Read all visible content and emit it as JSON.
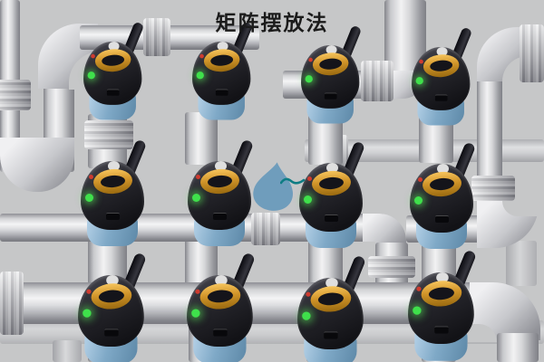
{
  "header": {
    "title": "矩阵摆放法"
  },
  "scene": {
    "background_color": "#c6c7c8",
    "leak_icon": {
      "name": "water-drop-icon",
      "color": "#6f9dbc",
      "wave_color": "#0f7d84"
    },
    "sensors": {
      "count": 12,
      "rows": 3,
      "columns": 4,
      "body_color": "#121216",
      "ring_color": "#d1952a",
      "base_color": "#7fa9c7",
      "antenna_color": "#0a0a10",
      "button_color": "#dfdfdf",
      "status_led_color": "#3fe04b",
      "alert_led_color": "#cf3b30"
    },
    "pipes": {
      "highlight_color": "#f4f4f5",
      "mid_color": "#c4c5c9",
      "shadow_color": "#8b8c92"
    }
  }
}
